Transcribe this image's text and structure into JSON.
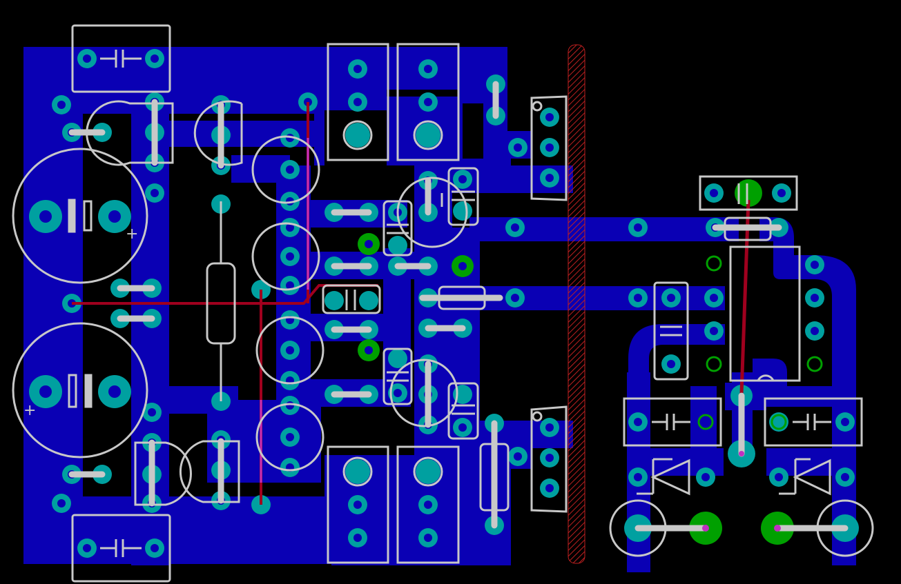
{
  "view": {
    "colors": {
      "background": "#000000",
      "copper_bottom": "#0a00b4",
      "copper_top": "#a0001e",
      "pad_ring": "#00a0a0",
      "pad_ring_alt": "#00a000",
      "silkscreen": "#c8c8c8",
      "via": "#c030c0",
      "keepout": "#8b0000"
    }
  },
  "components": {
    "capacitor_symbol": "capacitor-outline",
    "electrolytic_symbol": "polarized-capacitor-outline",
    "diode_symbol": "diode-outline",
    "resistor_symbol": "resistor-outline",
    "regulator_symbol": "to220-outline",
    "transistor_symbol": "to92-outline"
  },
  "markings": {
    "plus_upper": "+",
    "plus_lower": "+"
  }
}
